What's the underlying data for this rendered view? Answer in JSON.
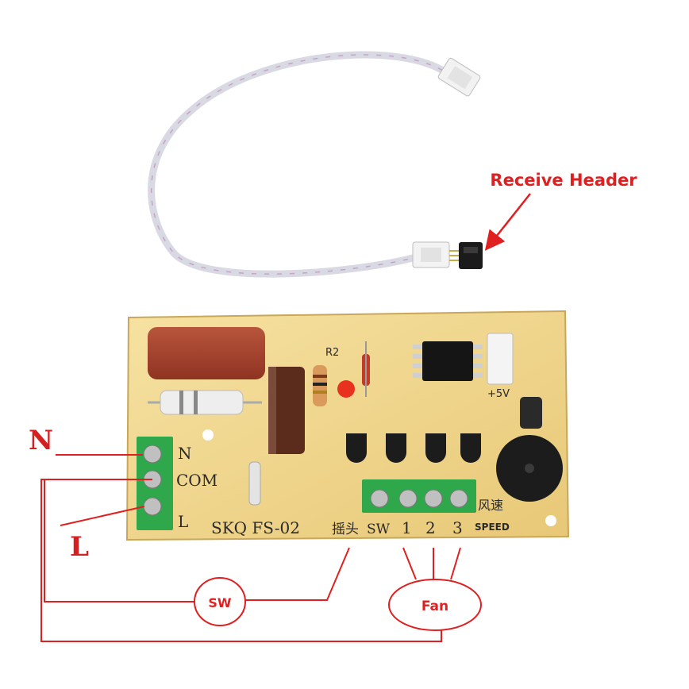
{
  "callouts": {
    "receive_header": "Receive Header",
    "neutral": "N",
    "live": "L",
    "switch": "SW",
    "fan": "Fan"
  },
  "board": {
    "pin_n": "N",
    "pin_com": "COM",
    "pin_l": "L",
    "model": "SKQ FS-02",
    "swing_cn": "摇头",
    "sw": "SW",
    "speed_1": "1",
    "speed_2": "2",
    "speed_3": "3",
    "speed_cn": "风速",
    "speed_en": "SPEED",
    "plus5v": "+5V",
    "r2": "R2"
  },
  "colors": {
    "annotation_red": "#e02020",
    "pcb": "#f0d48a",
    "terminal_green": "#2ea84a"
  }
}
